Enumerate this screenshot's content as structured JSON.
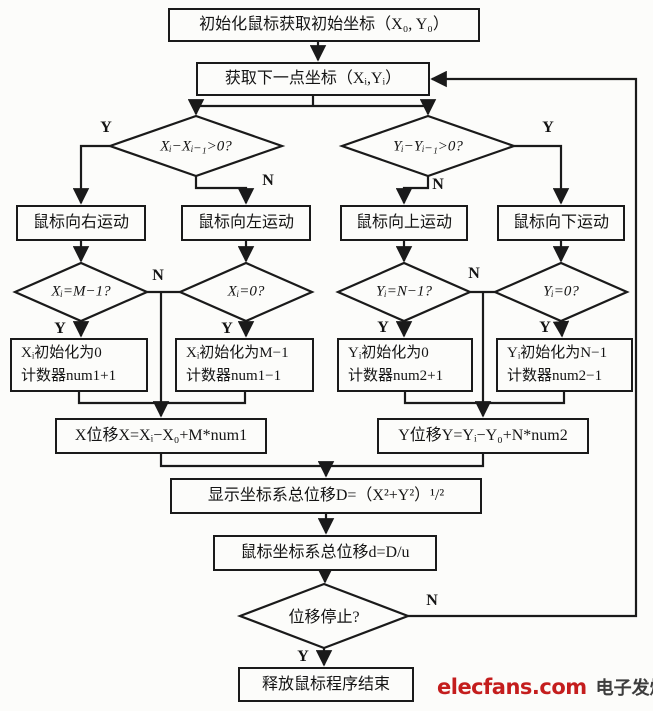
{
  "nodes": {
    "start": {
      "label": "初始化鼠标获取初始坐标（X₀, Y₀）"
    },
    "get_next": {
      "label": "获取下一点坐标（Xᵢ,Yᵢ）"
    },
    "dx_check": {
      "label": "Xᵢ−Xᵢ₋₁>0?"
    },
    "dy_check": {
      "label": "Yᵢ−Yᵢ₋₁>0?"
    },
    "move_right": {
      "label": "鼠标向右运动"
    },
    "move_left": {
      "label": "鼠标向左运动"
    },
    "move_up": {
      "label": "鼠标向上运动"
    },
    "move_down": {
      "label": "鼠标向下运动"
    },
    "x_max_check": {
      "label": "Xᵢ=M−1?"
    },
    "x_zero_check": {
      "label": "Xᵢ=0?"
    },
    "y_max_check": {
      "label": "Yᵢ=N−1?"
    },
    "y_zero_check": {
      "label": "Yᵢ=0?"
    },
    "x_reset_zero": {
      "line1": "Xᵢ初始化为0",
      "line2": "计数器num1+1"
    },
    "x_reset_max": {
      "line1": "Xᵢ初始化为M−1",
      "line2": "计数器num1−1"
    },
    "y_reset_zero": {
      "line1": "Yᵢ初始化为0",
      "line2": "计数器num2+1"
    },
    "y_reset_max": {
      "line1": "Yᵢ初始化为N−1",
      "line2": "计数器num2−1"
    },
    "x_displacement": {
      "label": "X位移X=Xᵢ−X₀+M*num1"
    },
    "y_displacement": {
      "label": "Y位移Y=Yᵢ−Y₀+N*num2"
    },
    "total_display": {
      "label": "显示坐标系总位移D=（X²+Y²）¹/²"
    },
    "total_mouse": {
      "label": "鼠标坐标系总位移d=D/u"
    },
    "stop_check": {
      "label": "位移停止?"
    },
    "end": {
      "label": "释放鼠标程序结束"
    }
  },
  "edge_labels": {
    "yes": "Y",
    "no": "N"
  },
  "watermark": {
    "site": "elecfans.com",
    "text": "电子发烧友"
  },
  "colors": {
    "line": "#1a1a1a",
    "watermark_red": "#c41d1d",
    "watermark_dark": "#3d3d3d"
  }
}
